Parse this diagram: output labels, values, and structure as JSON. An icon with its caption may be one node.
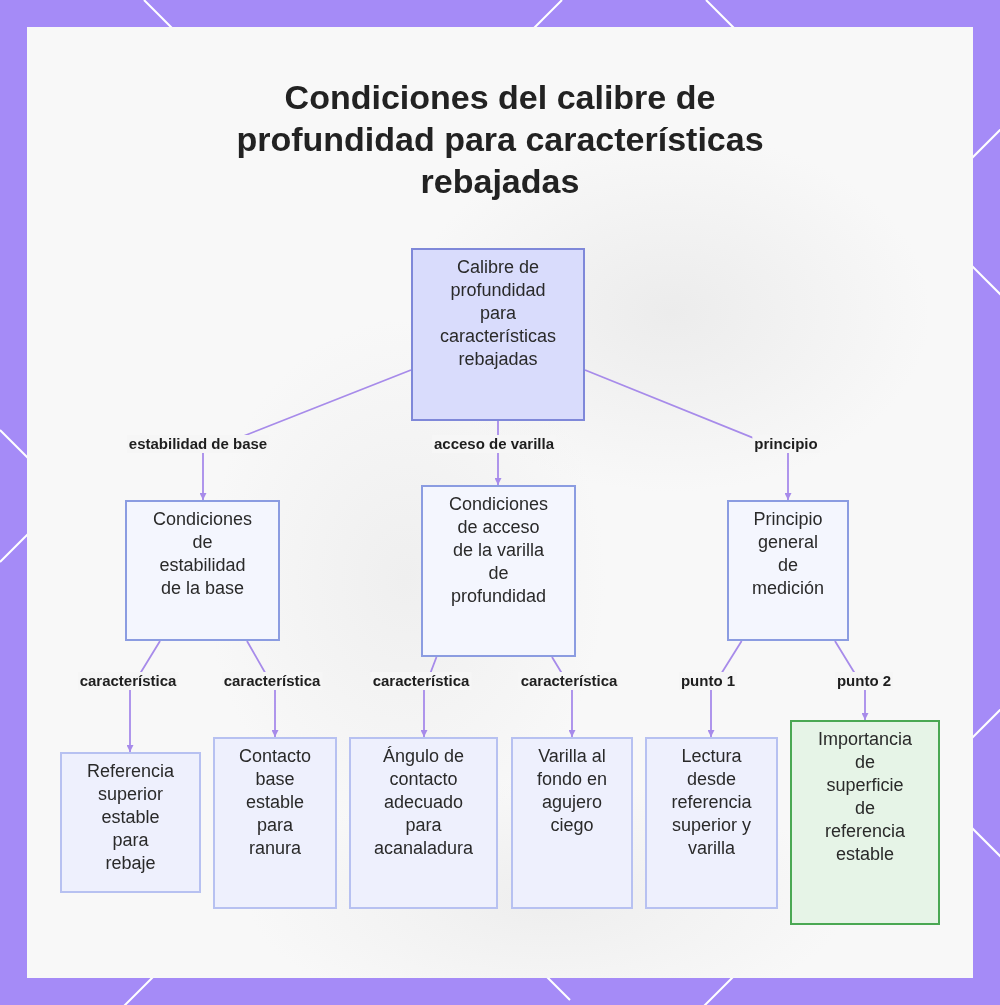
{
  "diagram": {
    "title": "Condiciones del calibre de profundidad para características rebajadas",
    "nodes": [
      {
        "text": [
          "Calibre de profundidad para características rebajadas"
        ]
      },
      {
        "text": [
          "Condiciones de estabilidad de la base"
        ]
      },
      {
        "text": [
          "Condiciones de acceso de la varilla de profundidad"
        ]
      },
      {
        "text": [
          "Principio general de medición"
        ]
      },
      {
        "text": [
          "Referencia superior estable para rebaje"
        ]
      },
      {
        "text": [
          "Contacto base estable para ranura"
        ]
      },
      {
        "text": [
          "Ángulo de contacto adecuado para acanaladura"
        ]
      },
      {
        "text": [
          "Varilla al fondo en agujero ciego"
        ]
      },
      {
        "text": [
          "Lectura desde referencia superior y varilla"
        ]
      },
      {
        "text": [
          "Importancia de superficie de referencia estable"
        ]
      }
    ],
    "edges": [
      {
        "from": 0,
        "to": 1,
        "arrow": "to",
        "label": "estabilidad de base"
      },
      {
        "from": 0,
        "to": 2,
        "arrow": "to",
        "label": "acceso de varilla"
      },
      {
        "from": 0,
        "to": 3,
        "arrow": "to",
        "label": "principio"
      },
      {
        "from": 1,
        "to": 4,
        "arrow": "to",
        "label": "característica"
      },
      {
        "from": 1,
        "to": 5,
        "arrow": "to",
        "label": "característica"
      },
      {
        "from": 2,
        "to": 6,
        "arrow": "to",
        "label": "característica"
      },
      {
        "from": 2,
        "to": 7,
        "arrow": "to",
        "label": "característica"
      },
      {
        "from": 3,
        "to": 8,
        "arrow": "to",
        "label": "punto 1"
      },
      {
        "from": 3,
        "to": 9,
        "arrow": "to",
        "label": "punto 2"
      }
    ]
  }
}
